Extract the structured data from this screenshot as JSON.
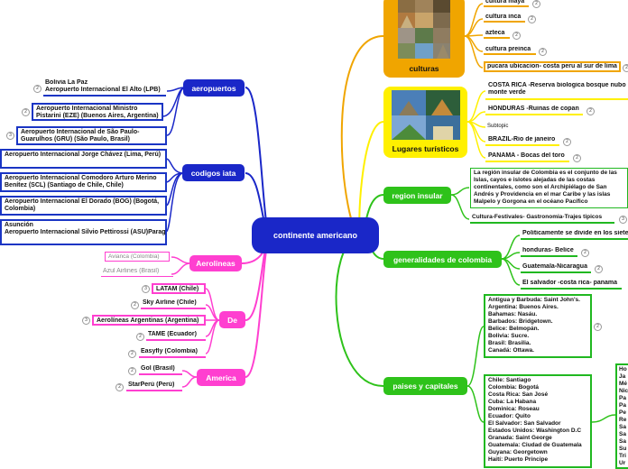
{
  "center": "continente americano",
  "topics": {
    "aeropuertos": "aeropuertos",
    "codigos_iata": "codigos iata",
    "aerolineas": "Aerolineas",
    "de": "De",
    "america": "America",
    "culturas": "culturas",
    "lugares": "Lugares turísticos",
    "region": "region insular",
    "generalidades": "generalidades de colombia",
    "paises": "paises y capitales"
  },
  "aeropuertos_items": [
    {
      "text": "Bolivia La Paz\nAeropuerto Internacional El Alto (LPB)",
      "badge": "2"
    },
    {
      "text": "Aeropuerto Internacional Ministro\nPistarini (EZE) (Buenos Aires, Argentina)",
      "badge": "2"
    },
    {
      "text": "Aeropuerto Internacional de São Paulo-\nGuarulhos (GRU) (São Paulo, Brasil)",
      "badge": "3"
    }
  ],
  "iata_items": [
    "Aeropuerto Internacional Jorge Chávez (Lima, Perú)",
    "Aeropuerto Internacional Comodoro Arturo Merino Benítez (SCL) (Santiago de Chile, Chile)",
    "Aeropuerto Internacional El Dorado (BOG) (Bogotá, Colombia)",
    "Asunción\nAeropuerto Internacional Silvio Pettirossi (ASU)Paraguay"
  ],
  "aerolineas_items": [
    "Avianca (Colombia)",
    "Azul Airlines (Brasil)"
  ],
  "de_items": [
    {
      "text": "LATAM (Chile)",
      "badge": "3"
    },
    {
      "text": "Sky Airline (Chile)",
      "badge": "2"
    },
    {
      "text": "Aerolíneas Argentinas (Argentina)",
      "badge": "3"
    },
    {
      "text": "TAME (Ecuador)",
      "badge": "2"
    },
    {
      "text": "Easyfly (Colombia)",
      "badge": "2"
    }
  ],
  "america_items": [
    {
      "text": "Gol (Brasil)",
      "badge": "2"
    },
    {
      "text": "StarPerú (Perú)",
      "badge": "2"
    }
  ],
  "culturas_items": [
    {
      "text": "cultura maya",
      "badge": "2"
    },
    {
      "text": "cultura inca",
      "badge": "2"
    },
    {
      "text": "azteca",
      "badge": "2"
    },
    {
      "text": "cultura preinca",
      "badge": "2"
    },
    {
      "text": "pucara  ubicacion- costa peru al sur de lima",
      "badge": "2"
    }
  ],
  "lugares_items": [
    {
      "text": "COSTA RICA -Reserva biologica bosque nubo\nmonte verde",
      "badge": ""
    },
    {
      "text": "HONDURAS -Ruinas de copan",
      "badge": "2"
    },
    {
      "text": "Subtopic",
      "badge": ""
    },
    {
      "text": "BRAZIL-Rio de janeiro",
      "badge": "2"
    },
    {
      "text": "PANAMA - Bocas del toro",
      "badge": "2"
    }
  ],
  "region_items": [
    {
      "text": "La región insular de Colombia es el conjunto de las\nIslas, cayos e islotes alejadas de las costas\ncontinentales, como son el Archipiélago de San\nAndrés y Providencia en el mar Caribe y las islas\nMalpelo y Gorgona en el océano Pacífico",
      "badge": ""
    },
    {
      "text": "Cultura-Festivales- Gastronomia-Trajes tipicos",
      "badge": "3"
    }
  ],
  "generalidades_items": [
    {
      "text": "Politicamente se divide en los siete",
      "badge": ""
    },
    {
      "text": "honduras- Belice",
      "badge": "2"
    },
    {
      "text": "Guatemala-Nicaragua",
      "badge": "2"
    },
    {
      "text": "El salvador -costa rica- panama",
      "badge": "2"
    }
  ],
  "paises_a": "Antigua y Barbuda: Saint John's.\nArgentina: Buenos Aires.\nBahamas: Nasáu.\nBarbados: Bridgetown.\nBelice: Belmopán.\nBolivia: Sucre.\nBrasil: Brasilia.\nCanadá: Ottawa.",
  "paises_a_badge": "2",
  "paises_b": "Chile: Santiago\nColombia: Bogotá\nCosta Rica: San José\nCuba: La Habana\nDominica: Roseau\nEcuador: Quito\nEl Salvador: San Salvador\nEstados Unidos: Washington D.C\nGranada: Saint George\nGuatemala: Ciudad de Guatemala\nGuyana: Georgetown\nHaití: Puerto Príncipe",
  "paises_c": "Ho\nJa\nMé\nNic\nPa\nPa\nPe\nRe\nSa\nSa\nSa\nSu\nTri\nUr"
}
